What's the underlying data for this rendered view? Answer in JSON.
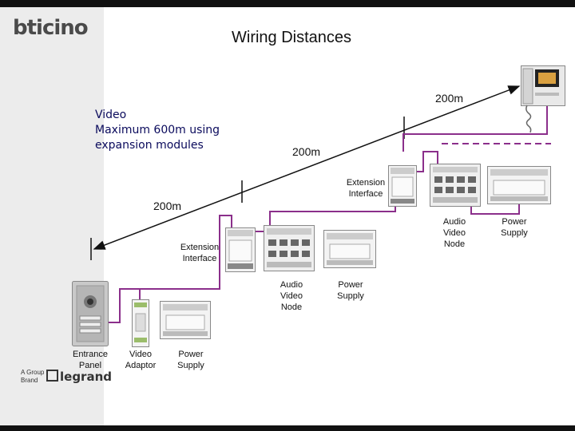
{
  "header": {
    "brand_logo": "bticino",
    "title": "Wiring Distances"
  },
  "footer_brand": {
    "group_line1": "A Group",
    "group_line2": "Brand",
    "legrand_logo": "legrand"
  },
  "video_note": {
    "line1": "Video",
    "line2": "Maximum 600m using",
    "line3": "expansion modules"
  },
  "distances": [
    "200m",
    "200m",
    "200m"
  ],
  "devices": {
    "entrance_panel": {
      "line1": "Entrance",
      "line2": "Panel"
    },
    "video_adaptor": {
      "line1": "Video",
      "line2": "Adaptor"
    },
    "power_supply_1": {
      "line1": "Power",
      "line2": "Supply"
    },
    "extension_interface_1": {
      "line1": "Extension",
      "line2": "Interface"
    },
    "audio_video_node_1": {
      "line1": "Audio",
      "line2": "Video",
      "line3": "Node"
    },
    "power_supply_2": {
      "line1": "Power",
      "line2": "Supply"
    },
    "extension_interface_2": {
      "line1": "Extension",
      "line2": "Interface"
    },
    "audio_video_node_2": {
      "line1": "Audio",
      "line2": "Video",
      "line3": "Node"
    },
    "power_supply_3": {
      "line1": "Power",
      "line2": "Supply"
    }
  },
  "colors": {
    "wire": "#8b2f8b",
    "note_text": "#0a0a5c",
    "top_bar": "#111111",
    "left_panel": "#ececec"
  }
}
